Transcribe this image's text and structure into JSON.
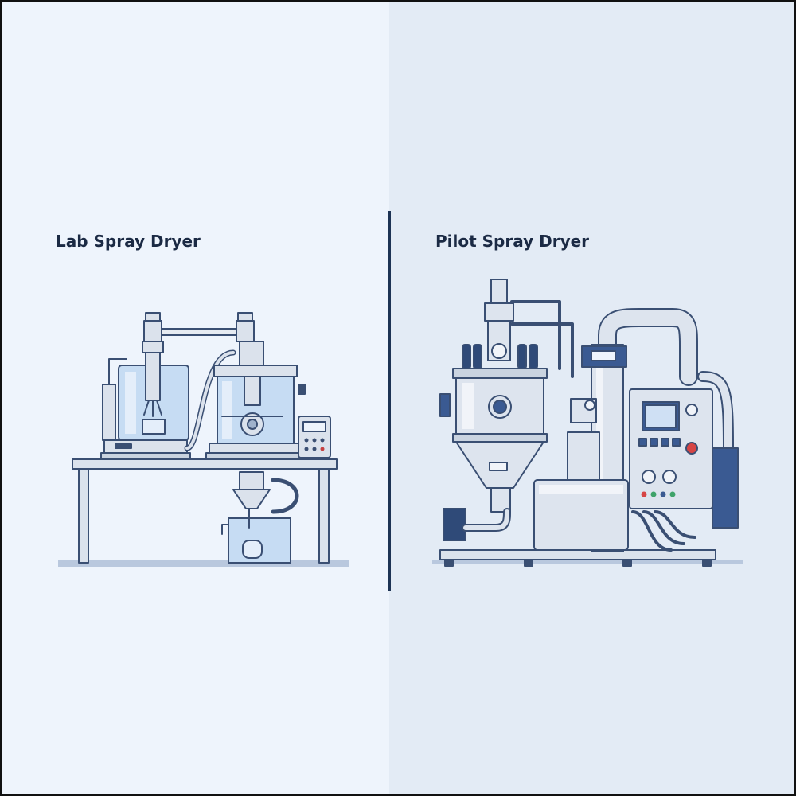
{
  "panels": {
    "left": {
      "title": "Lab Spray Dryer"
    },
    "right": {
      "title": "Pilot Spray Dryer"
    }
  },
  "colors": {
    "outline": "#3a4f73",
    "steel": "#d5dde8",
    "glass": "#c6dcf3",
    "navy": "#3a5a92",
    "background_left": "#eef4fc",
    "background_right": "#e3ebf5"
  },
  "icons": [
    "lab-spray-dryer-illustration",
    "pilot-spray-dryer-illustration"
  ]
}
